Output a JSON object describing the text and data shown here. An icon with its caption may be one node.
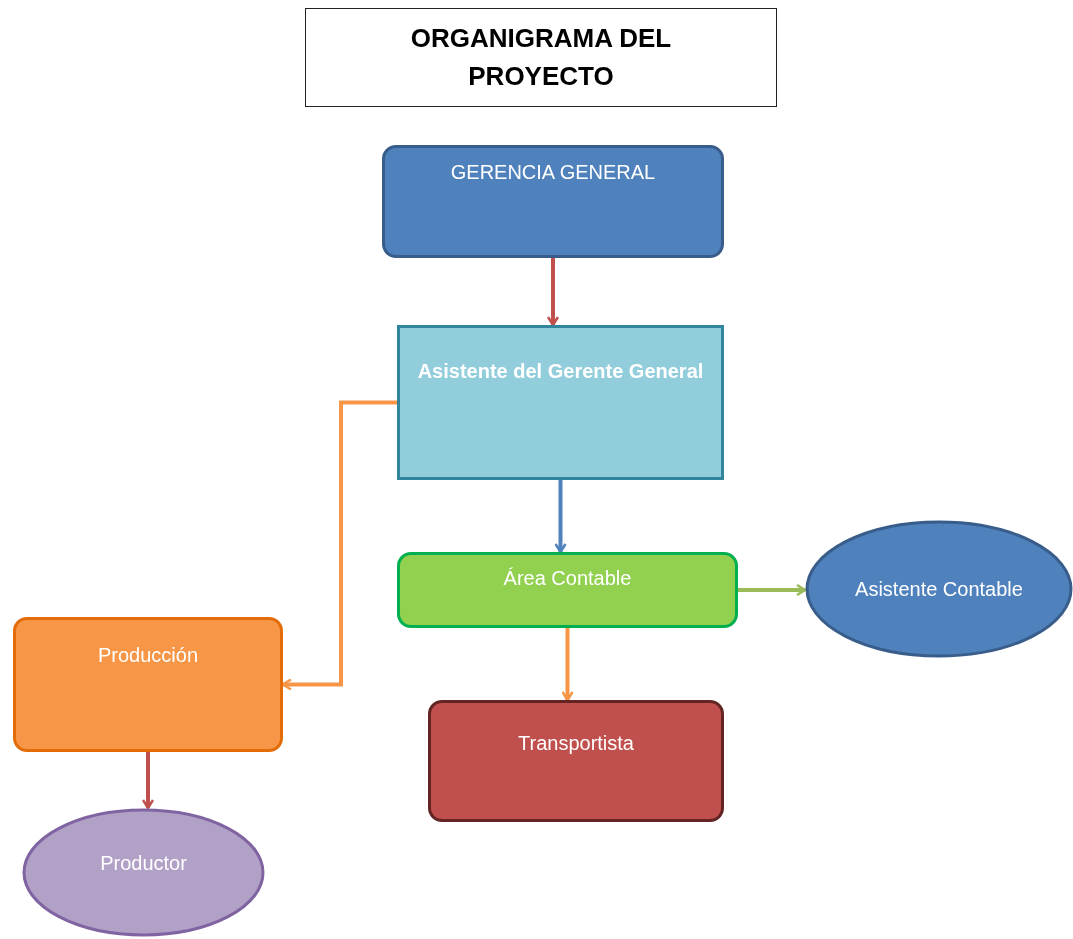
{
  "diagram": {
    "title": "ORGANIGRAMA DEL PROYECTO",
    "nodes": [
      {
        "text": [
          "GERENCIA GENERAL"
        ]
      },
      {
        "text": [
          "Asistente del Gerente General"
        ]
      },
      {
        "text": [
          "Área Contable"
        ]
      },
      {
        "text": [
          "Asistente Contable"
        ]
      },
      {
        "text": [
          "Producción"
        ]
      },
      {
        "text": [
          "Transportista"
        ]
      },
      {
        "text": [
          "Productor"
        ]
      }
    ],
    "edges": [
      {
        "from": 0,
        "to": 1,
        "arrow": "to",
        "color": "#c0504d"
      },
      {
        "from": 1,
        "to": 2,
        "arrow": "to",
        "color": "#4f81bd"
      },
      {
        "from": 1,
        "to": 4,
        "arrow": "to",
        "color": "#f79646"
      },
      {
        "from": 2,
        "to": 3,
        "arrow": "to",
        "color": "#9bbb59"
      },
      {
        "from": 2,
        "to": 5,
        "arrow": "to",
        "color": "#f79646"
      },
      {
        "from": 4,
        "to": 6,
        "arrow": "to",
        "color": "#c0504d"
      }
    ]
  }
}
